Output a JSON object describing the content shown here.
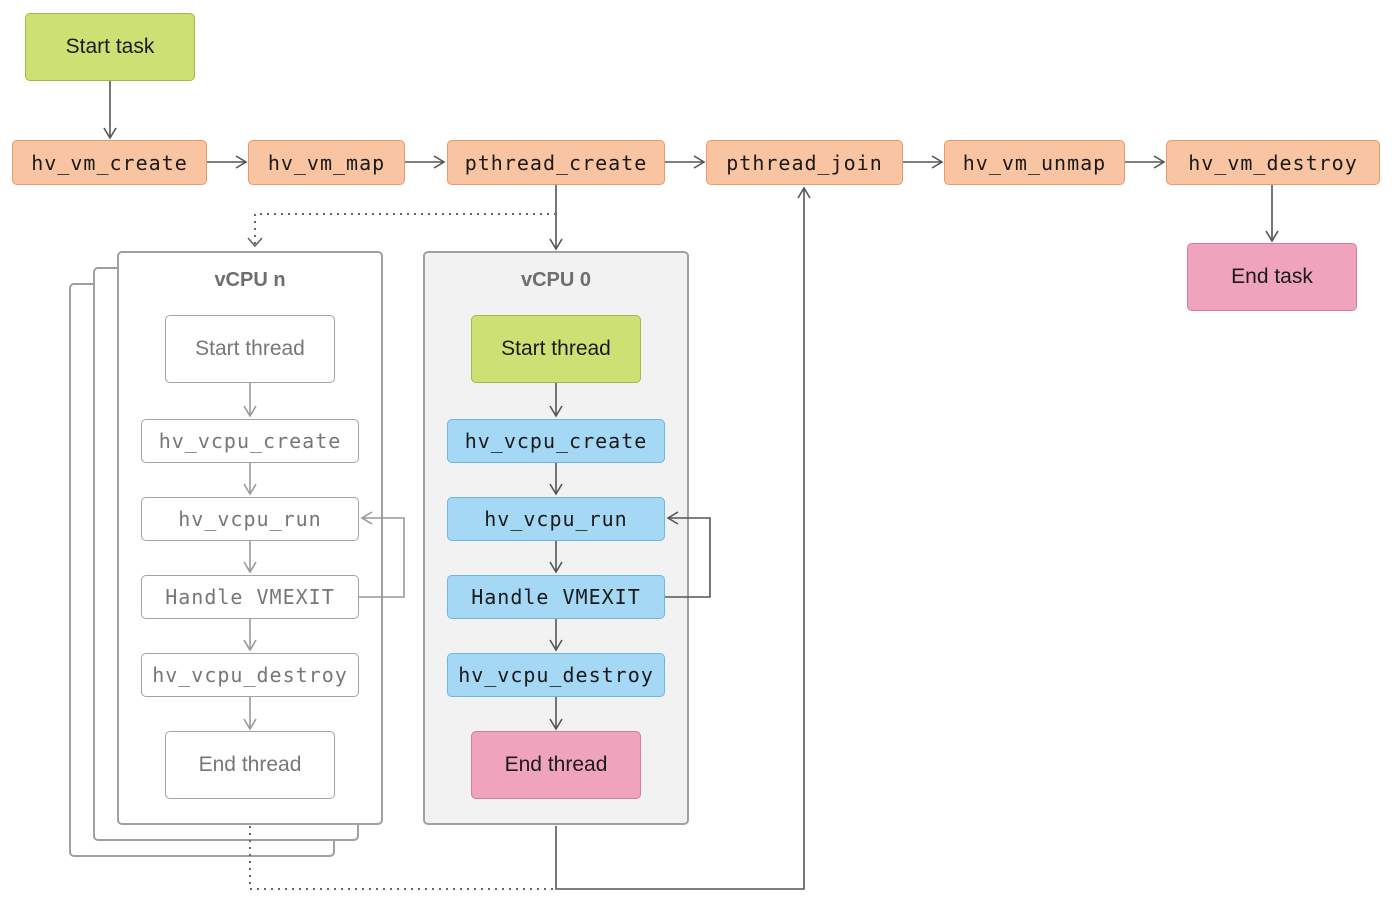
{
  "main_flow": {
    "start_task": "Start task",
    "hv_vm_create": "hv_vm_create",
    "hv_vm_map": "hv_vm_map",
    "pthread_create": "pthread_create",
    "pthread_join": "pthread_join",
    "hv_vm_unmap": "hv_vm_unmap",
    "hv_vm_destroy": "hv_vm_destroy",
    "end_task": "End task"
  },
  "vcpu_n": {
    "title": "vCPU n",
    "start_thread": "Start thread",
    "hv_vcpu_create": "hv_vcpu_create",
    "hv_vcpu_run": "hv_vcpu_run",
    "handle_vmexit": "Handle VMEXIT",
    "hv_vcpu_destroy": "hv_vcpu_destroy",
    "end_thread": "End thread"
  },
  "vcpu_0": {
    "title": "vCPU 0",
    "start_thread": "Start thread",
    "hv_vcpu_create": "hv_vcpu_create",
    "hv_vcpu_run": "hv_vcpu_run",
    "handle_vmexit": "Handle VMEXIT",
    "hv_vcpu_destroy": "hv_vcpu_destroy",
    "end_thread": "End thread"
  },
  "colors": {
    "start": "#cde074",
    "api_call": "#f9c4a1",
    "end": "#f0a3bd",
    "vcpu_call": "#a5d8f5",
    "arrow": "#555555",
    "inactive": "#a3a3a3"
  }
}
